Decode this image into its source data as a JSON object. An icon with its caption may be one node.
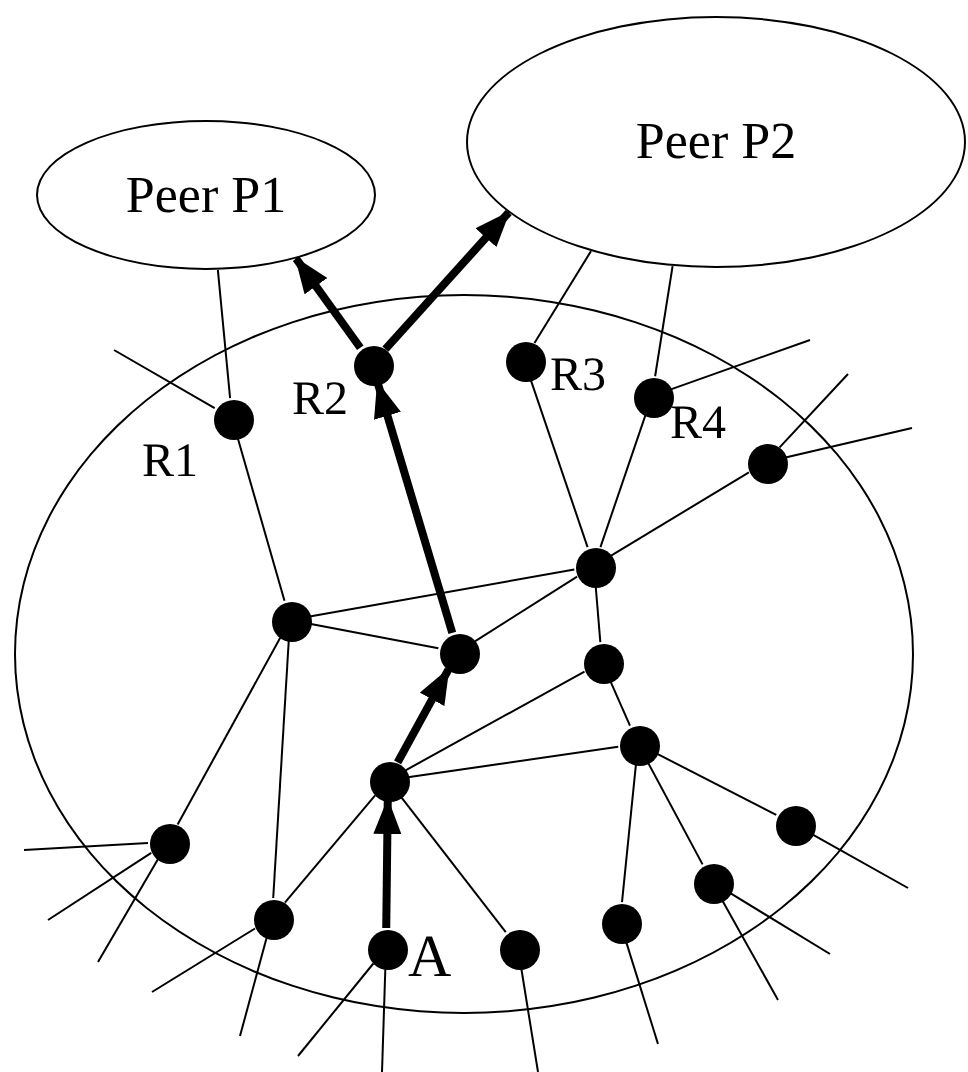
{
  "diagram": {
    "nodes": [
      {
        "text": [
          "Peer P1"
        ]
      },
      {
        "text": [
          "Peer P2"
        ]
      },
      {
        "text": [],
        "shape": "ellipse"
      },
      {
        "text": [],
        "shape": "circle",
        "in": 2,
        "beside": [
          "R1"
        ]
      },
      {
        "text": [],
        "shape": "circle",
        "in": 2,
        "beside": [
          "R2"
        ]
      },
      {
        "text": [],
        "shape": "circle",
        "in": 2,
        "beside": [
          "R3"
        ]
      },
      {
        "text": [],
        "shape": "circle",
        "in": 2,
        "beside": [
          "R4"
        ]
      },
      {
        "text": [],
        "shape": "circle",
        "in": 2
      },
      {
        "text": [],
        "shape": "circle",
        "in": 2
      },
      {
        "text": [],
        "shape": "circle",
        "in": 2
      },
      {
        "text": [],
        "shape": "circle",
        "in": 2
      },
      {
        "text": [],
        "shape": "circle",
        "in": 2
      },
      {
        "text": [],
        "shape": "circle",
        "in": 2
      },
      {
        "text": [],
        "shape": "circle",
        "in": 2
      },
      {
        "text": [],
        "shape": "circle",
        "in": 2
      },
      {
        "text": [],
        "shape": "circle",
        "in": 2
      },
      {
        "text": [],
        "shape": "circle",
        "in": 2
      },
      {
        "text": [],
        "shape": "circle",
        "in": 2
      },
      {
        "text": [],
        "shape": "circle",
        "in": 2
      },
      {
        "text": [],
        "shape": "circle",
        "in": 2,
        "beside": [
          "A"
        ]
      },
      {
        "text": [],
        "shape": "circle",
        "in": 2
      }
    ],
    "edges": [
      {
        "from": 0,
        "to": 3,
        "arrow": "none"
      },
      {
        "from": 4,
        "to": 0,
        "arrow": "to",
        "style": "thick"
      },
      {
        "from": 4,
        "to": 1,
        "arrow": "to",
        "style": "thick"
      },
      {
        "from": 1,
        "to": 5,
        "arrow": "none"
      },
      {
        "from": 1,
        "to": 6,
        "arrow": "none"
      },
      {
        "from": 3,
        "to": null,
        "arrow": "none"
      },
      {
        "from": 3,
        "to": 9,
        "arrow": "none"
      },
      {
        "from": 5,
        "to": 8,
        "arrow": "none"
      },
      {
        "from": 6,
        "to": 8,
        "arrow": "none"
      },
      {
        "from": 6,
        "to": null,
        "arrow": "none"
      },
      {
        "from": 7,
        "to": null,
        "arrow": "none"
      },
      {
        "from": 7,
        "to": null,
        "arrow": "none"
      },
      {
        "from": 7,
        "to": 8,
        "arrow": "none"
      },
      {
        "from": 8,
        "to": 9,
        "arrow": "none"
      },
      {
        "from": 8,
        "to": 10,
        "arrow": "none"
      },
      {
        "from": 8,
        "to": 11,
        "arrow": "none"
      },
      {
        "from": 10,
        "to": 4,
        "arrow": "to",
        "style": "thick"
      },
      {
        "from": 9,
        "to": 10,
        "arrow": "none"
      },
      {
        "from": 13,
        "to": 10,
        "arrow": "to",
        "style": "thick"
      },
      {
        "from": 11,
        "to": 12,
        "arrow": "none"
      },
      {
        "from": 13,
        "to": 11,
        "arrow": "none"
      },
      {
        "from": 13,
        "to": 12,
        "arrow": "none"
      },
      {
        "from": 9,
        "to": 14,
        "arrow": "none"
      },
      {
        "from": 9,
        "to": 17,
        "arrow": "none"
      },
      {
        "from": 14,
        "to": null,
        "arrow": "none"
      },
      {
        "from": 14,
        "to": null,
        "arrow": "none"
      },
      {
        "from": 14,
        "to": null,
        "arrow": "none"
      },
      {
        "from": 13,
        "to": 17,
        "arrow": "none"
      },
      {
        "from": 13,
        "to": 20,
        "arrow": "none"
      },
      {
        "from": 19,
        "to": 13,
        "arrow": "to",
        "style": "thick"
      },
      {
        "from": 17,
        "to": null,
        "arrow": "none"
      },
      {
        "from": 17,
        "to": null,
        "arrow": "none"
      },
      {
        "from": 19,
        "to": null,
        "arrow": "none"
      },
      {
        "from": 19,
        "to": null,
        "arrow": "none"
      },
      {
        "from": 20,
        "to": null,
        "arrow": "none"
      },
      {
        "from": 12,
        "to": 18,
        "arrow": "none"
      },
      {
        "from": 12,
        "to": 16,
        "arrow": "none"
      },
      {
        "from": 12,
        "to": 15,
        "arrow": "none"
      },
      {
        "from": 15,
        "to": null,
        "arrow": "none"
      },
      {
        "from": 18,
        "to": null,
        "arrow": "none"
      },
      {
        "from": 16,
        "to": null,
        "arrow": "none"
      },
      {
        "from": 16,
        "to": null,
        "arrow": "none"
      }
    ]
  }
}
